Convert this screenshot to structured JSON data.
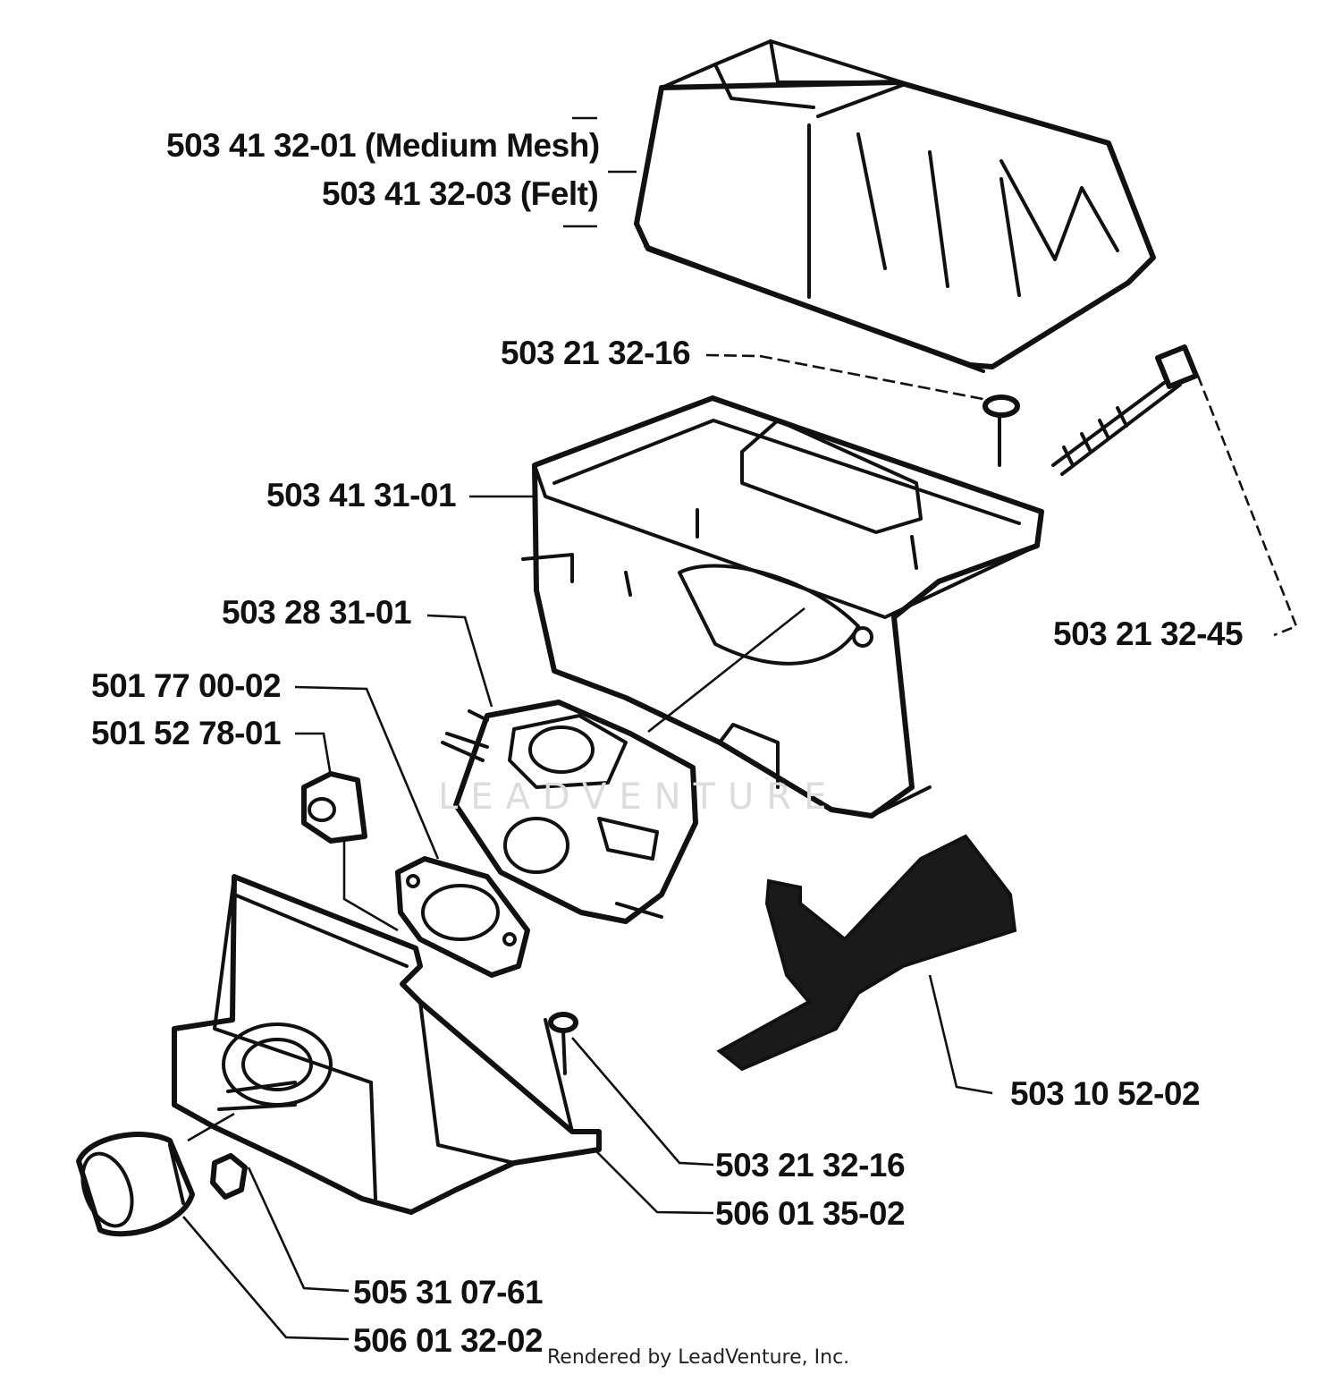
{
  "labels": {
    "filter_mesh": "503 41 32-01 (Medium Mesh)",
    "filter_felt": "503 41 32-03 (Felt)",
    "screw_top": "503 21 32-16",
    "bolt_long": "503 21 32-45",
    "holder": "503 41 31-01",
    "carburetor": "503 28 31-01",
    "gasket": "501 77 00-02",
    "bushing": "501 52 78-01",
    "throttle": "503 10 52-02",
    "screw_bottom": "503 21 32-16",
    "intake": "506 01 35-02",
    "nut": "505 31 07-61",
    "sleeve": "506 01 32-02"
  },
  "credit": "Rendered by LeadVenture, Inc.",
  "watermark": "LEADVENTURE"
}
